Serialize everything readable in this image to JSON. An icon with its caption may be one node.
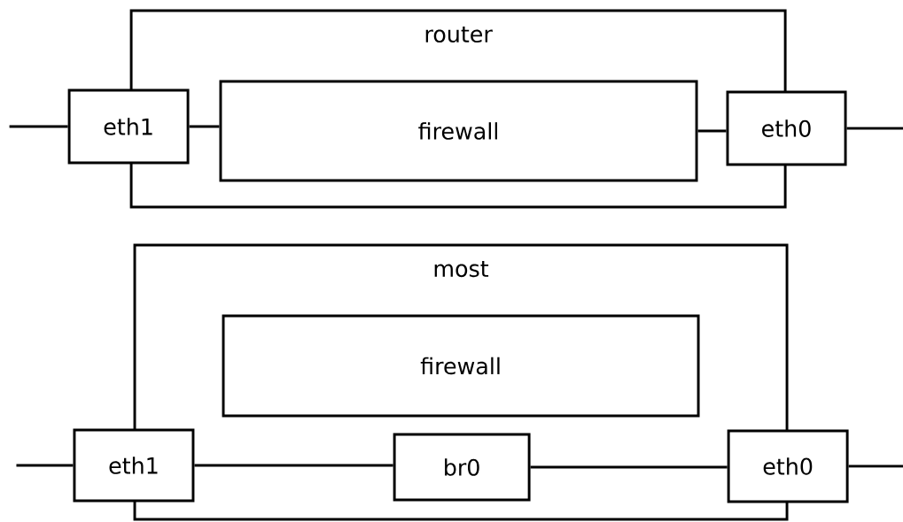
{
  "diagram": {
    "nodes": [
      {
        "text": [
          "router"
        ]
      },
      {
        "text": [
          "eth1"
        ]
      },
      {
        "text": [
          "firewall"
        ],
        "in": 0
      },
      {
        "text": [
          "eth0"
        ]
      },
      {
        "text": [
          "most"
        ]
      },
      {
        "text": [
          "firewall"
        ],
        "in": 4
      },
      {
        "text": [
          "eth1"
        ]
      },
      {
        "text": [
          "br0"
        ],
        "in": 4
      },
      {
        "text": [
          "eth0"
        ]
      }
    ],
    "edges": [
      {
        "from": null,
        "to": 1,
        "arrow": "none"
      },
      {
        "from": 1,
        "to": 2,
        "arrow": "none"
      },
      {
        "from": 2,
        "to": 3,
        "arrow": "none"
      },
      {
        "from": 3,
        "to": null,
        "arrow": "none"
      },
      {
        "from": null,
        "to": 6,
        "arrow": "none"
      },
      {
        "from": 6,
        "to": 7,
        "arrow": "none"
      },
      {
        "from": 7,
        "to": 8,
        "arrow": "none"
      },
      {
        "from": 8,
        "to": null,
        "arrow": "none"
      }
    ]
  }
}
